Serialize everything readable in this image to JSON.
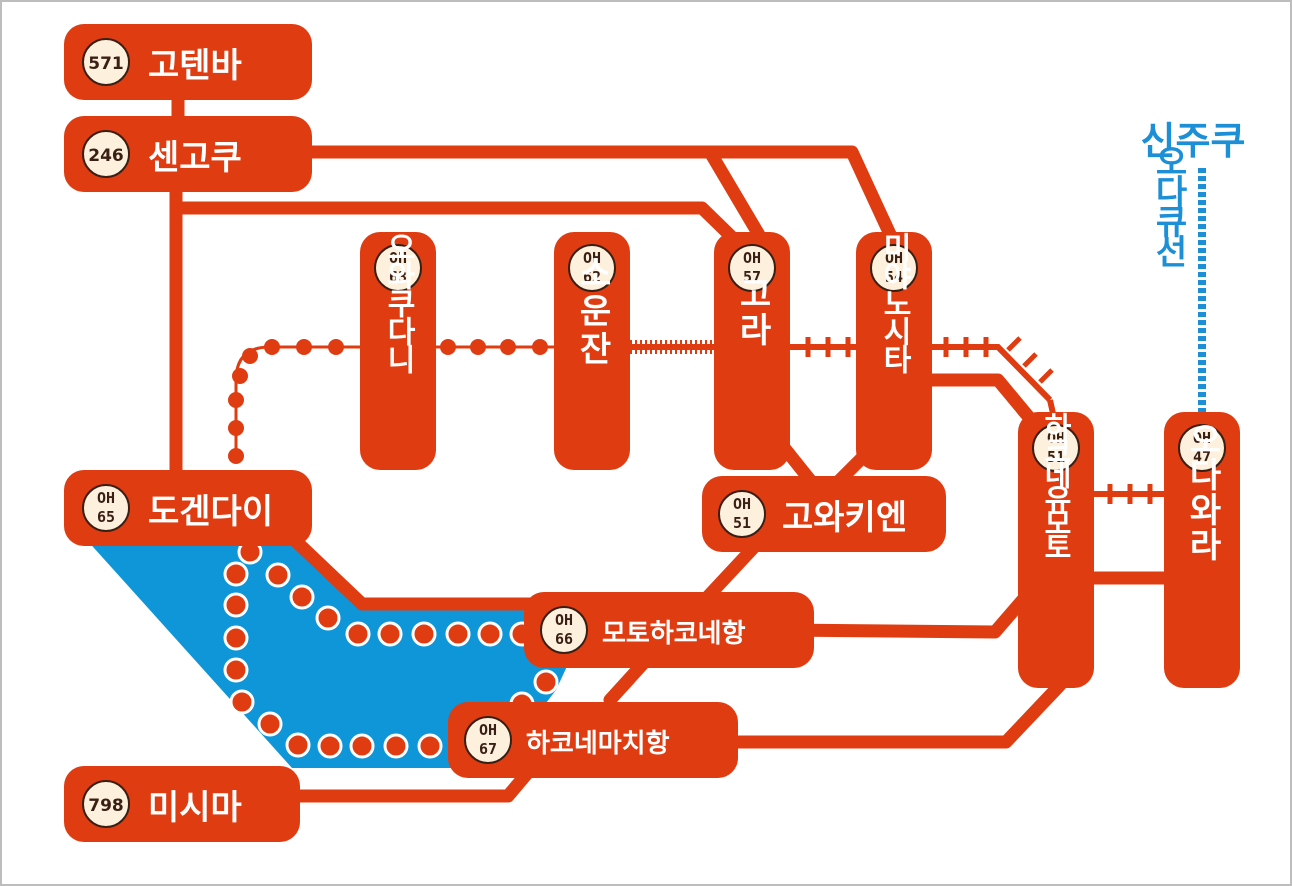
{
  "colors": {
    "route": "#e03c12",
    "lake": "#0e96d8",
    "badge_fill": "#fdf0dc",
    "badge_text": "#3a1f14",
    "odakyu": "#1d8fd6",
    "frame": "#bdbdbd"
  },
  "stations": {
    "gotemba": {
      "num": "571",
      "name": "고텐바"
    },
    "sengoku": {
      "num": "246",
      "name": "센고쿠"
    },
    "togendai": {
      "code1": "OH",
      "code2": "65",
      "name": "도겐다이"
    },
    "mishima": {
      "num": "798",
      "name": "미시마"
    },
    "owakudani": {
      "code1": "OH",
      "code2": "63",
      "name": "오와쿠다니"
    },
    "sounzan": {
      "code1": "OH",
      "code2": "62",
      "name": "소운잔"
    },
    "gora": {
      "code1": "OH",
      "code2": "57",
      "name": "고라"
    },
    "miyanoshita": {
      "code1": "OH",
      "code2": "54",
      "name": "미야노시타"
    },
    "kowakien": {
      "code1": "OH",
      "code2": "51",
      "name": "고와키엔"
    },
    "hakone_yumoto": {
      "code1": "OH",
      "code2": "51",
      "name": "하코네유모토"
    },
    "odawara": {
      "code1": "OH",
      "code2": "47",
      "name": "오다와라"
    },
    "motohakone": {
      "code1": "OH",
      "code2": "66",
      "name": "모토하코네항"
    },
    "hakonemachi": {
      "code1": "OH",
      "code2": "67",
      "name": "하코네마치항"
    }
  },
  "shinjuku": {
    "name": "신주쿠",
    "line_name": "오다큐선"
  }
}
